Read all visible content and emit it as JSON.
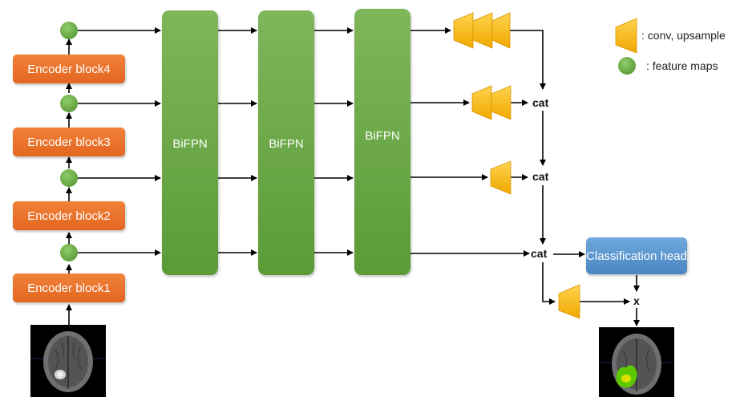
{
  "encoder_blocks": [
    "Encoder block4",
    "Encoder block3",
    "Encoder block2",
    "Encoder block1"
  ],
  "bifpn_labels": [
    "BiFPN",
    "BiFPN",
    "BiFPN"
  ],
  "cat_label": "cat",
  "multiply_label": "x",
  "classification_head": "Classification head",
  "legend": {
    "conv_upsample": ": conv, upsample",
    "feature_maps": ": feature maps"
  },
  "colors": {
    "encoder": "#e86d2a",
    "bifpn": "#6aa646",
    "feature_map": "#6aa646",
    "upsample": "#f4b400",
    "classification_head": "#5a97d0",
    "segmentation_mask": "#66d000"
  }
}
